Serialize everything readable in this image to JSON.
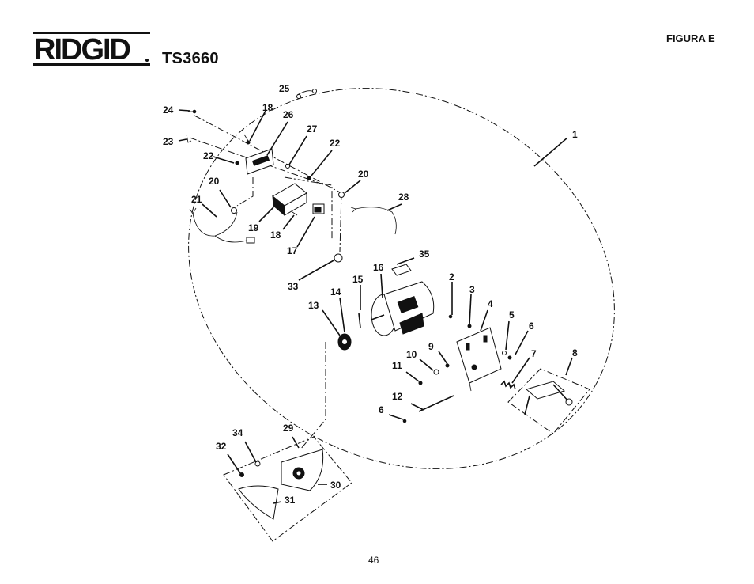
{
  "header": {
    "brand": "RIDGID",
    "model": "TS3660",
    "figure_label": "FIGURA E"
  },
  "footer": {
    "page_number": "46"
  },
  "callouts": [
    {
      "id": "c1",
      "text": "1"
    },
    {
      "id": "c2",
      "text": "2"
    },
    {
      "id": "c3",
      "text": "3"
    },
    {
      "id": "c4",
      "text": "4"
    },
    {
      "id": "c5",
      "text": "5"
    },
    {
      "id": "c6a",
      "text": "6"
    },
    {
      "id": "c6b",
      "text": "6"
    },
    {
      "id": "c7",
      "text": "7"
    },
    {
      "id": "c8",
      "text": "8"
    },
    {
      "id": "c9",
      "text": "9"
    },
    {
      "id": "c10",
      "text": "10"
    },
    {
      "id": "c11",
      "text": "11"
    },
    {
      "id": "c12",
      "text": "12"
    },
    {
      "id": "c13",
      "text": "13"
    },
    {
      "id": "c14",
      "text": "14"
    },
    {
      "id": "c15",
      "text": "15"
    },
    {
      "id": "c16",
      "text": "16"
    },
    {
      "id": "c17",
      "text": "17"
    },
    {
      "id": "c18a",
      "text": "18"
    },
    {
      "id": "c18b",
      "text": "18"
    },
    {
      "id": "c19",
      "text": "19"
    },
    {
      "id": "c20a",
      "text": "20"
    },
    {
      "id": "c20b",
      "text": "20"
    },
    {
      "id": "c21",
      "text": "21"
    },
    {
      "id": "c22a",
      "text": "22"
    },
    {
      "id": "c22b",
      "text": "22"
    },
    {
      "id": "c23",
      "text": "23"
    },
    {
      "id": "c24",
      "text": "24"
    },
    {
      "id": "c25",
      "text": "25"
    },
    {
      "id": "c26",
      "text": "26"
    },
    {
      "id": "c27",
      "text": "27"
    },
    {
      "id": "c28",
      "text": "28"
    },
    {
      "id": "c29",
      "text": "29"
    },
    {
      "id": "c30",
      "text": "30"
    },
    {
      "id": "c31",
      "text": "31"
    },
    {
      "id": "c32",
      "text": "32"
    },
    {
      "id": "c33",
      "text": "33"
    },
    {
      "id": "c34",
      "text": "34"
    },
    {
      "id": "c35",
      "text": "35"
    }
  ]
}
